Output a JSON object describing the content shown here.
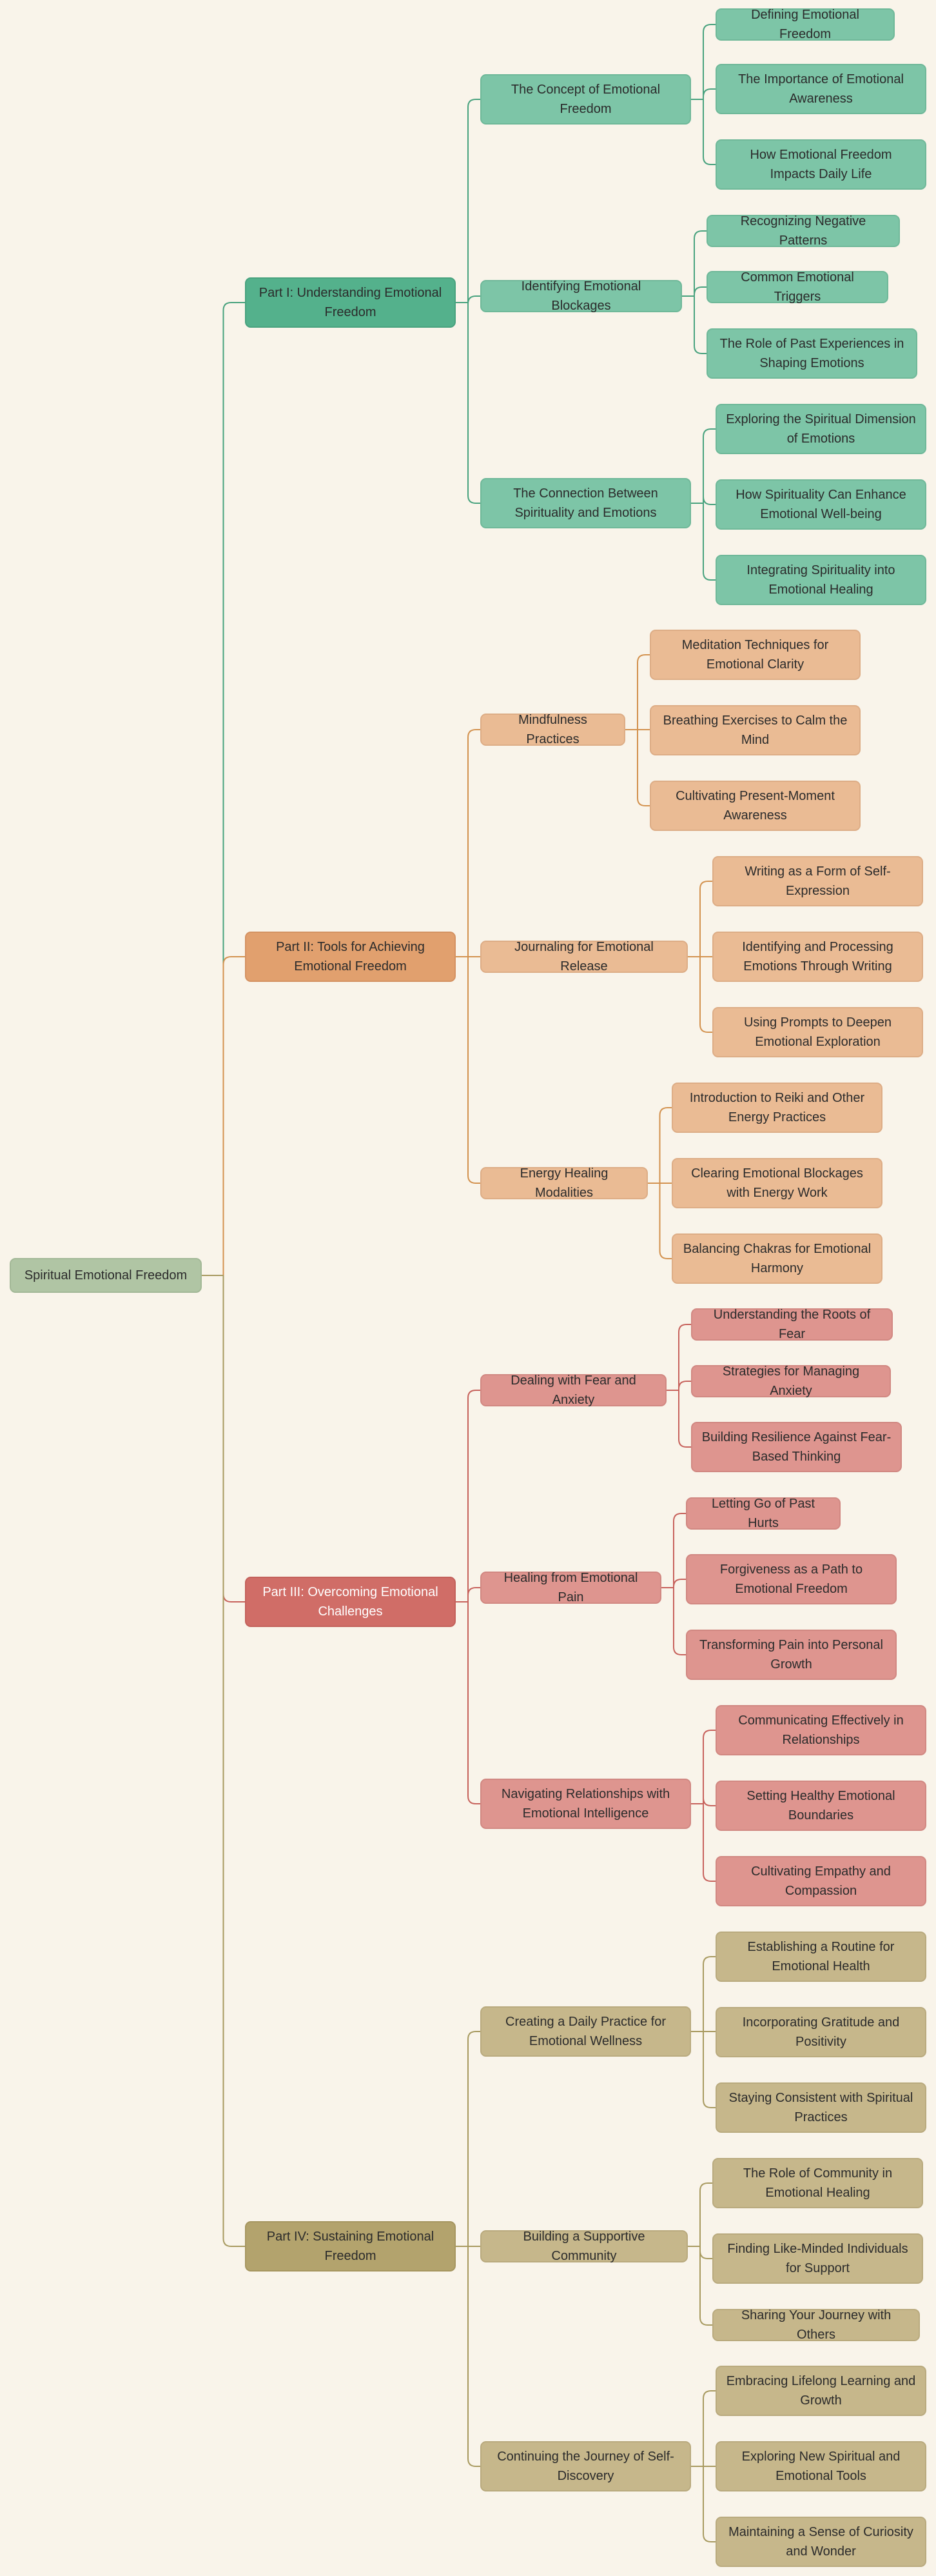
{
  "root": "Spiritual Emotional Freedom",
  "colors": {
    "part1_line": "#48a27e",
    "part2_line": "#d3924f",
    "part3_line": "#c7625c",
    "part4_line": "#a89a60"
  },
  "parts": [
    {
      "label": "Part I: Understanding Emotional Freedom",
      "sections": [
        {
          "label": "The Concept of Emotional Freedom",
          "items": [
            "Defining Emotional Freedom",
            "The Importance of Emotional Awareness",
            "How Emotional Freedom Impacts Daily Life"
          ]
        },
        {
          "label": "Identifying Emotional Blockages",
          "items": [
            "Recognizing Negative Patterns",
            "Common Emotional Triggers",
            "The Role of Past Experiences in Shaping Emotions"
          ]
        },
        {
          "label": "The Connection Between Spirituality and Emotions",
          "items": [
            "Exploring the Spiritual Dimension of Emotions",
            "How Spirituality Can Enhance Emotional Well-being",
            "Integrating Spirituality into Emotional Healing"
          ]
        }
      ]
    },
    {
      "label": "Part II: Tools for Achieving Emotional Freedom",
      "sections": [
        {
          "label": "Mindfulness Practices",
          "items": [
            "Meditation Techniques for Emotional Clarity",
            "Breathing Exercises to Calm the Mind",
            "Cultivating Present-Moment Awareness"
          ]
        },
        {
          "label": "Journaling for Emotional Release",
          "items": [
            "Writing as a Form of Self-Expression",
            "Identifying and Processing Emotions Through Writing",
            "Using Prompts to Deepen Emotional Exploration"
          ]
        },
        {
          "label": "Energy Healing Modalities",
          "items": [
            "Introduction to Reiki and Other Energy Practices",
            "Clearing Emotional Blockages with Energy Work",
            "Balancing Chakras for Emotional Harmony"
          ]
        }
      ]
    },
    {
      "label": "Part III: Overcoming Emotional Challenges",
      "sections": [
        {
          "label": "Dealing with Fear and Anxiety",
          "items": [
            "Understanding the Roots of Fear",
            "Strategies for Managing Anxiety",
            "Building Resilience Against Fear-Based Thinking"
          ]
        },
        {
          "label": "Healing from Emotional Pain",
          "items": [
            "Letting Go of Past Hurts",
            "Forgiveness as a Path to Emotional Freedom",
            "Transforming Pain into Personal Growth"
          ]
        },
        {
          "label": "Navigating Relationships with Emotional Intelligence",
          "items": [
            "Communicating Effectively in Relationships",
            "Setting Healthy Emotional Boundaries",
            "Cultivating Empathy and Compassion"
          ]
        }
      ]
    },
    {
      "label": "Part IV: Sustaining Emotional Freedom",
      "sections": [
        {
          "label": "Creating a Daily Practice for Emotional Wellness",
          "items": [
            "Establishing a Routine for Emotional Health",
            "Incorporating Gratitude and Positivity",
            "Staying Consistent with Spiritual Practices"
          ]
        },
        {
          "label": "Building a Supportive Community",
          "items": [
            "The Role of Community in Emotional Healing",
            "Finding Like-Minded Individuals for Support",
            "Sharing Your Journey with Others"
          ]
        },
        {
          "label": "Continuing the Journey of Self-Discovery",
          "items": [
            "Embracing Lifelong Learning and Growth",
            "Exploring New Spiritual and Emotional Tools",
            "Maintaining a Sense of Curiosity and Wonder"
          ]
        }
      ]
    }
  ]
}
